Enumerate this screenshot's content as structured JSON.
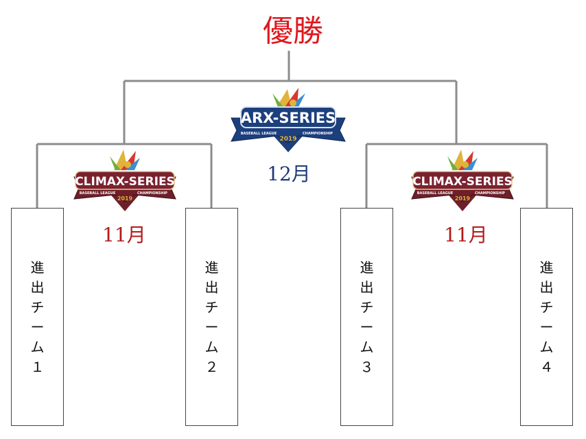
{
  "title": "優勝",
  "final": {
    "logo_text": "ARX-SERIES",
    "logo_subtext_left": "BASEBALL LEAGUE",
    "logo_subtext_right": "CHAMPIONSHIP",
    "logo_year": "2019",
    "month": "12月"
  },
  "semifinals": [
    {
      "logo_text": "CLIMAX-SERIES",
      "logo_subtext_left": "BASEBALL LEAGUE",
      "logo_subtext_right": "CHAMPIONSHIP",
      "logo_year": "2019",
      "month": "11月"
    },
    {
      "logo_text": "CLIMAX-SERIES",
      "logo_subtext_left": "BASEBALL LEAGUE",
      "logo_subtext_right": "CHAMPIONSHIP",
      "logo_year": "2019",
      "month": "11月"
    }
  ],
  "teams": [
    {
      "chars": [
        "進",
        "出",
        "チ",
        "ー",
        "ム",
        "１"
      ]
    },
    {
      "chars": [
        "進",
        "出",
        "チ",
        "ー",
        "ム",
        "２"
      ]
    },
    {
      "chars": [
        "進",
        "出",
        "チ",
        "ー",
        "ム",
        "３"
      ]
    },
    {
      "chars": [
        "進",
        "出",
        "チ",
        "ー",
        "ム",
        "４"
      ]
    }
  ],
  "colors": {
    "title": "#e0191f",
    "final_month": "#1f3a7a",
    "semi_month": "#b21a1a",
    "bracket_line": "#8c8c8c",
    "climax_maroon": "#6e1f2a",
    "arx_navy": "#1c3f7d",
    "gold": "#e0b33a"
  }
}
